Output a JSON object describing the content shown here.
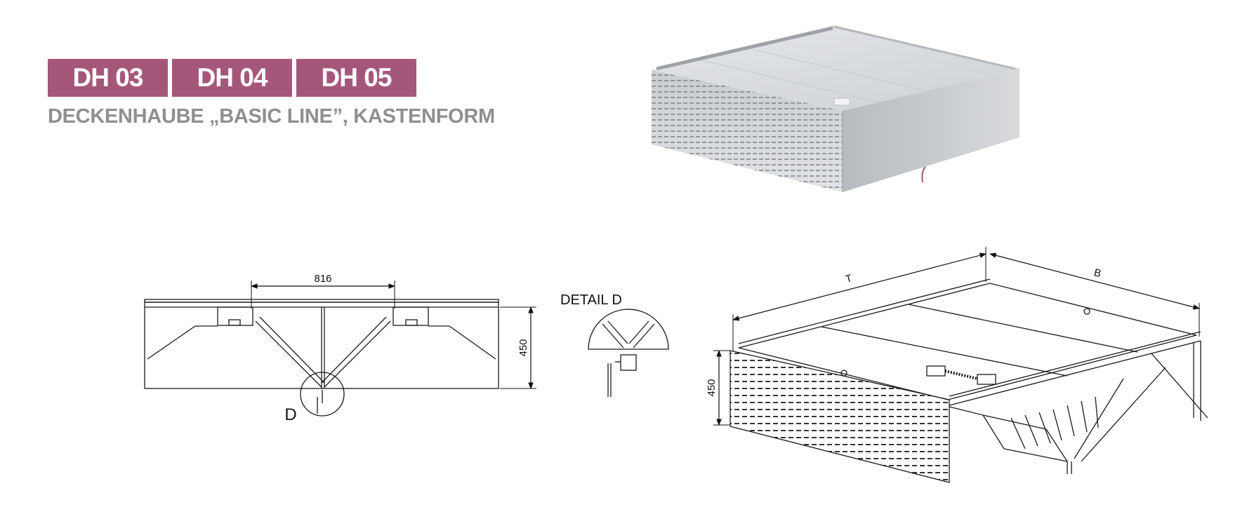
{
  "tabs": [
    "DH 03",
    "DH 04",
    "DH 05"
  ],
  "subtitle": "DECKENHAUBE „BASIC LINE”, KASTENFORM",
  "front_view": {
    "dim_width": "816",
    "dim_height": "450",
    "detail_marker": "D"
  },
  "detail": {
    "title": "DETAIL D"
  },
  "iso_view": {
    "dim_T": "T",
    "dim_B": "B",
    "dim_height": "450"
  },
  "colors": {
    "tab_bg": "#a5577a",
    "tab_text": "#ffffff",
    "subtitle": "#8f8f8f",
    "line": "#1a1a1a"
  }
}
